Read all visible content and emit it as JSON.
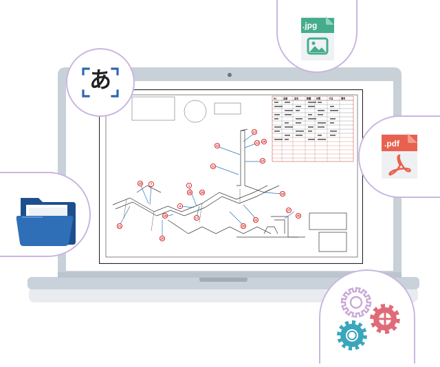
{
  "ocr_bubble": {
    "glyph": "あ"
  },
  "jpg_file": {
    "label": ".jpg"
  },
  "pdf_file": {
    "label": ".pdf"
  },
  "drawing": {
    "bom_headers": [
      "No.",
      "品番",
      "品名",
      "数量",
      "材質",
      "寸法",
      "備考"
    ],
    "callouts": [
      "1",
      "4",
      "7",
      "10",
      "11",
      "12",
      "13",
      "15",
      "16",
      "17",
      "18",
      "19",
      "20",
      "21",
      "22",
      "25",
      "26",
      "27",
      "28",
      "29",
      "30"
    ]
  }
}
